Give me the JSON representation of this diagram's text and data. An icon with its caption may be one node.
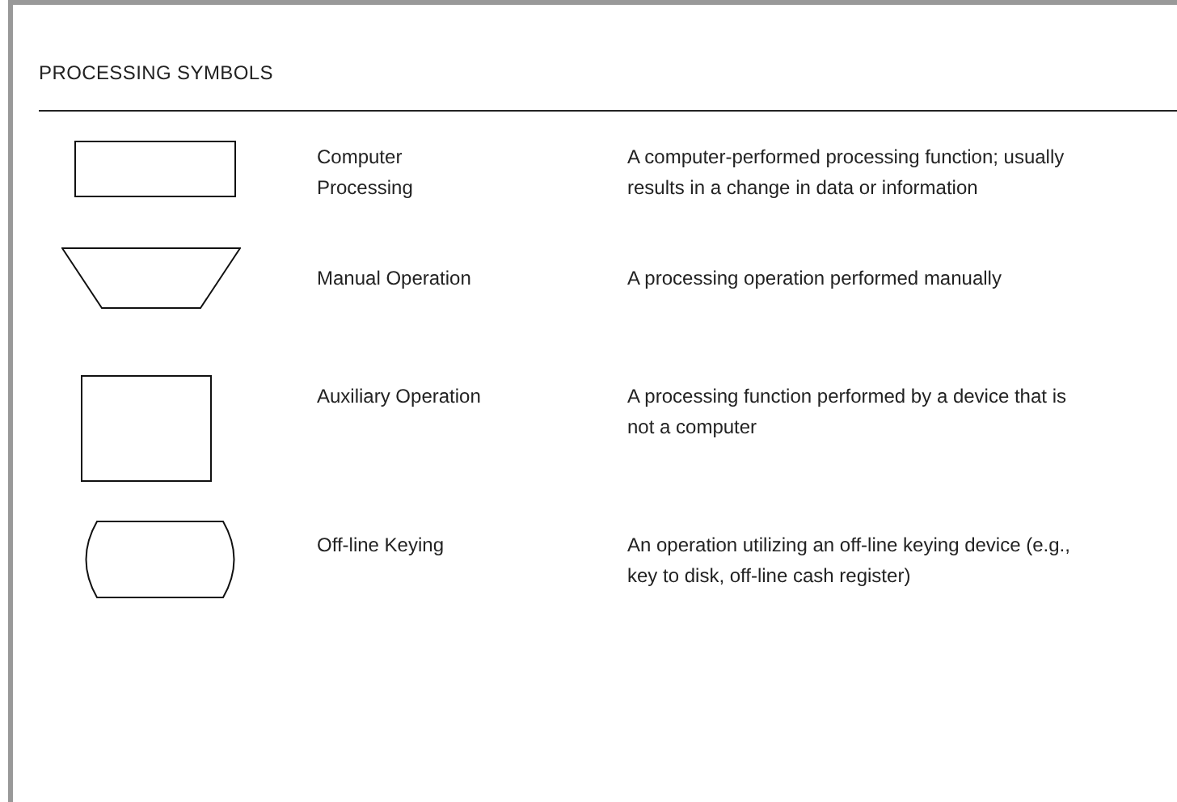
{
  "diagram": {
    "title": "PROCESSING SYMBOLS",
    "nodes": [
      {
        "text": [],
        "shape": "box"
      },
      {
        "text": [],
        "shape": "trapezoid"
      },
      {
        "text": [],
        "shape": "box"
      },
      {
        "text": [],
        "shape": "capsule"
      }
    ],
    "labels": [
      "Computer Processing",
      "A computer-performed processing function; usually results in a change in data or information",
      "Manual Operation",
      "A processing operation performed manually",
      "Auxiliary Operation",
      "A processing function performed by a device that is not a computer",
      "Off-line Keying",
      "An operation utilizing an off-line keying device (e.g., key to disk, off-line cash register)"
    ]
  }
}
